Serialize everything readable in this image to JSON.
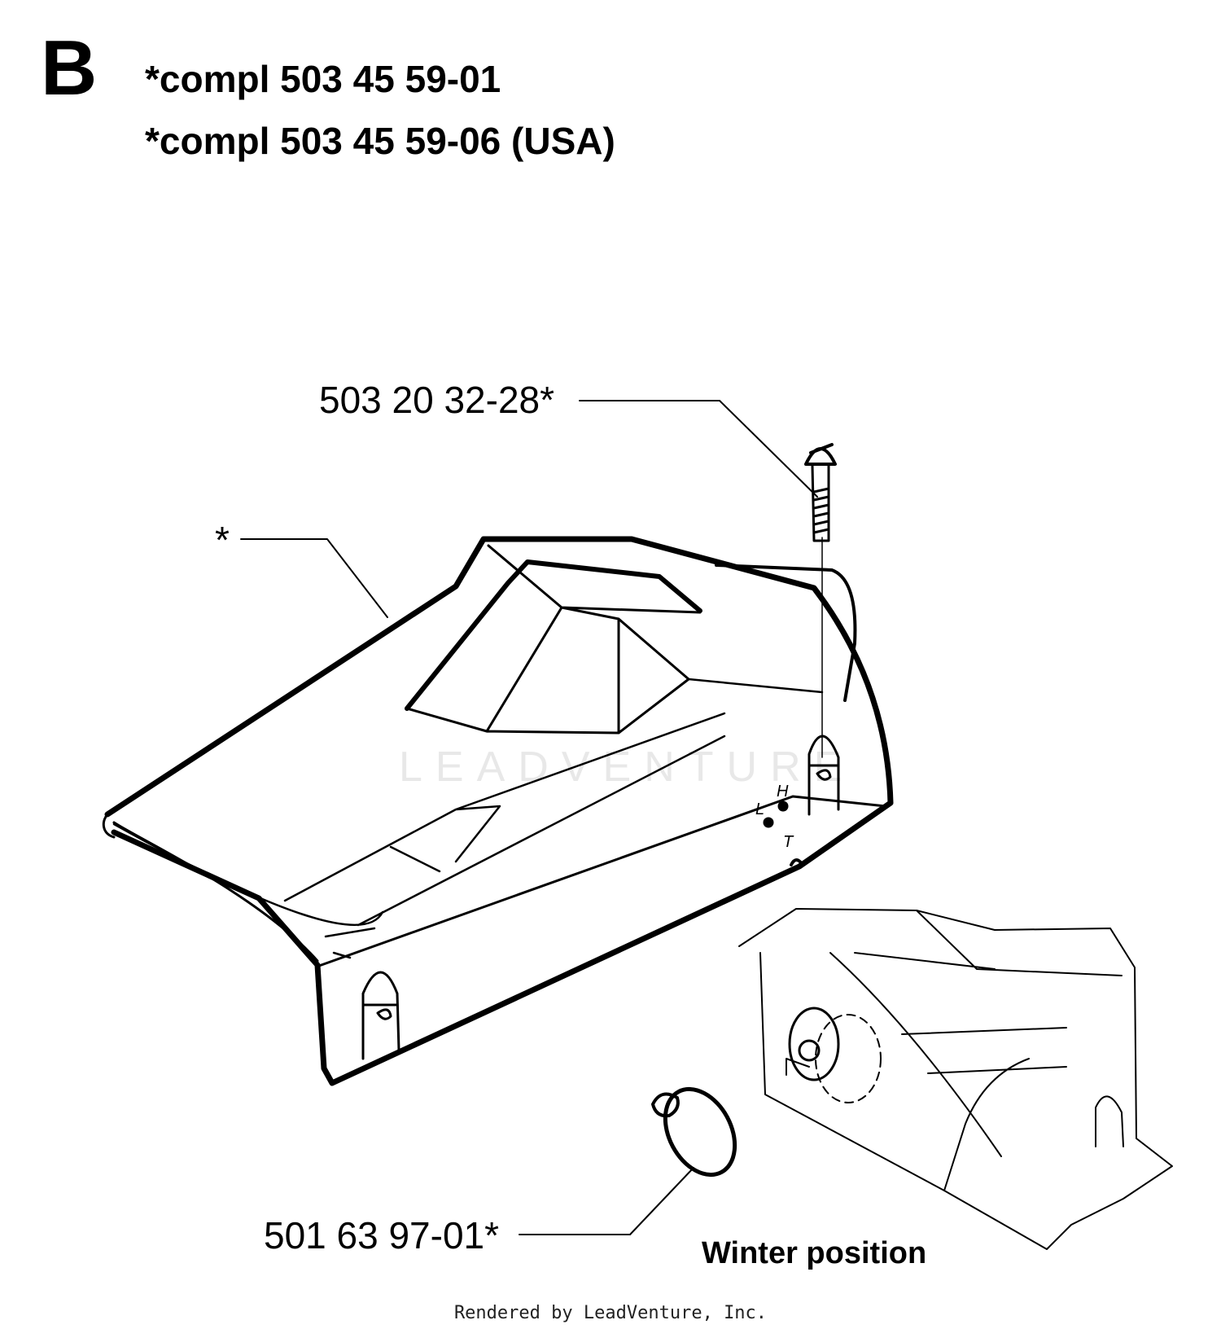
{
  "header": {
    "section_letter": "B",
    "assembly_lines": [
      "*compl 503 45 59-01",
      "*compl 503 45 59-06 (USA)"
    ]
  },
  "callouts": {
    "cover": "*",
    "screw": "503 20 32-28*",
    "plug": "501 63 97-01*"
  },
  "markings": {
    "low": "L",
    "high": "H",
    "idle": "T"
  },
  "caption": "Winter position",
  "watermark": "LEADVENTURE",
  "footer": "Rendered by LeadVenture, Inc."
}
